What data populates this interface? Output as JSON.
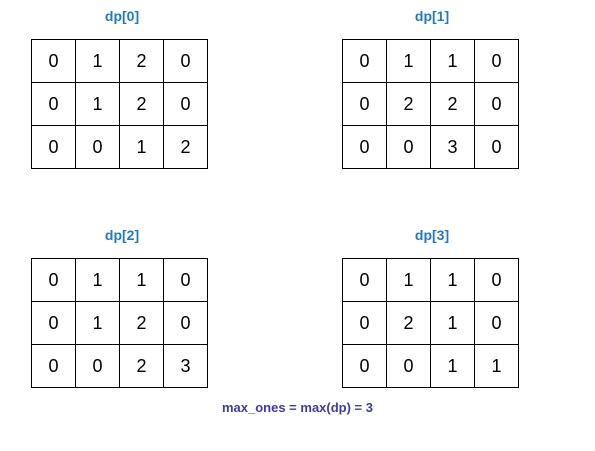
{
  "panels": [
    {
      "title": "dp[0]",
      "grid": [
        [
          0,
          1,
          2,
          0
        ],
        [
          0,
          1,
          2,
          0
        ],
        [
          0,
          0,
          1,
          2
        ]
      ]
    },
    {
      "title": "dp[1]",
      "grid": [
        [
          0,
          1,
          1,
          0
        ],
        [
          0,
          2,
          2,
          0
        ],
        [
          0,
          0,
          3,
          0
        ]
      ]
    },
    {
      "title": "dp[2]",
      "grid": [
        [
          0,
          1,
          1,
          0
        ],
        [
          0,
          1,
          2,
          0
        ],
        [
          0,
          0,
          2,
          3
        ]
      ]
    },
    {
      "title": "dp[3]",
      "grid": [
        [
          0,
          1,
          1,
          0
        ],
        [
          0,
          2,
          1,
          0
        ],
        [
          0,
          0,
          1,
          1
        ]
      ]
    }
  ],
  "caption": "max_ones = max(dp) = 3",
  "colors": {
    "title": "#1f78c8",
    "caption": "#3b3bb0",
    "border": "#000000"
  }
}
